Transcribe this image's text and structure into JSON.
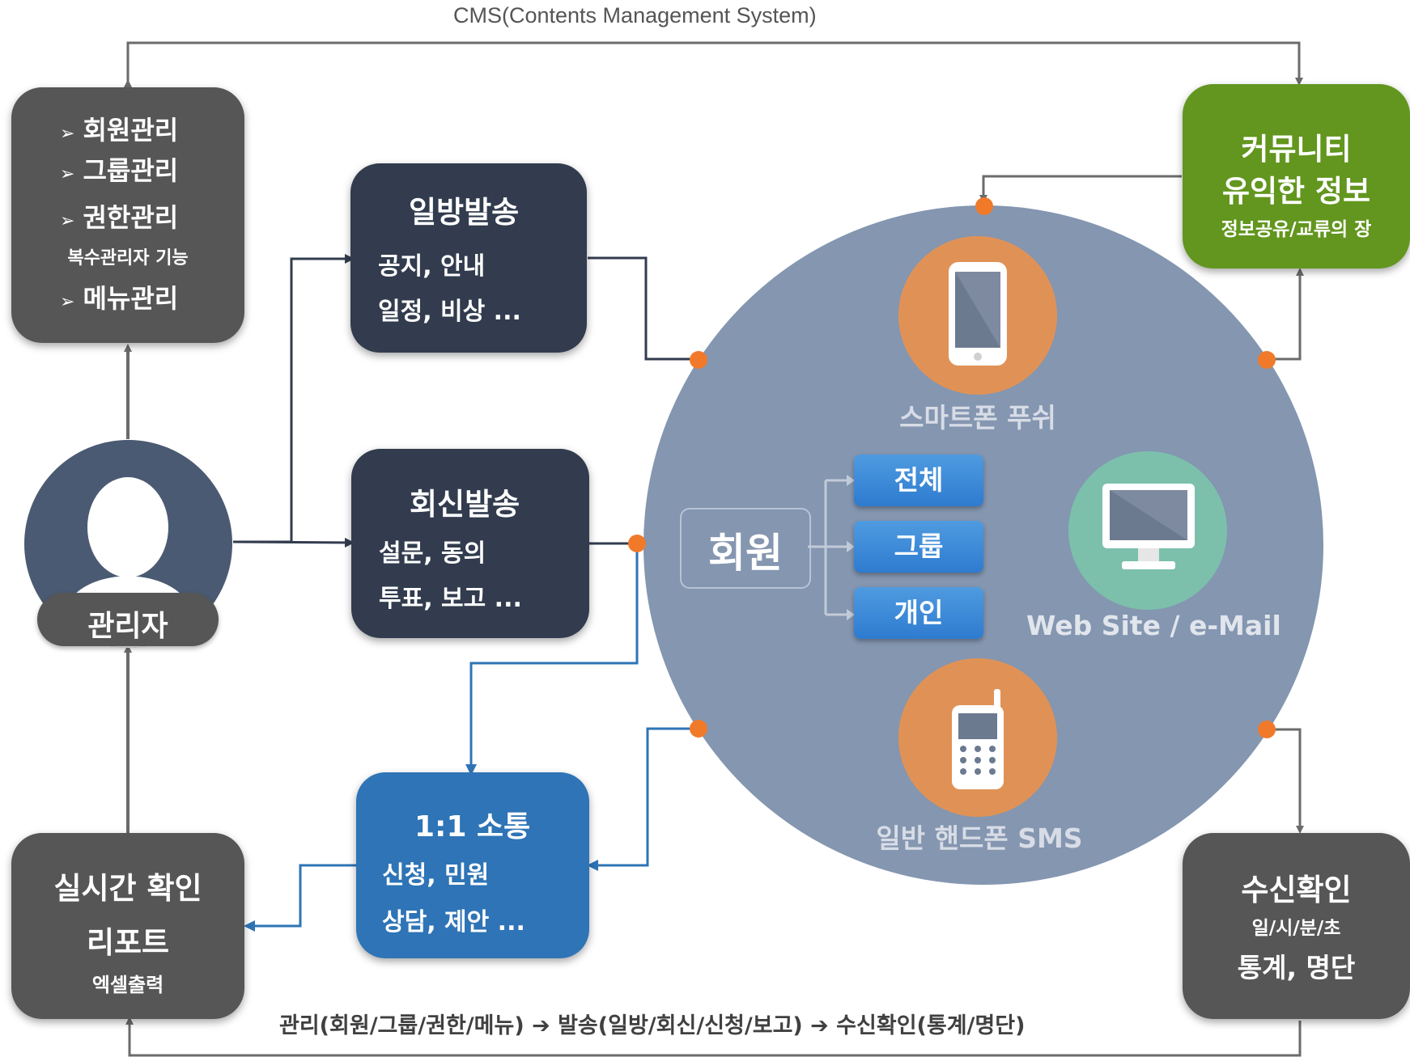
{
  "cms_title": "CMS(Contents Management System)",
  "admin_panel": {
    "items": [
      "회원관리",
      "그룹관리",
      "권한관리"
    ],
    "sub_note": "복수관리자 기능",
    "last_item": "메뉴관리",
    "bullet": "➢"
  },
  "admin": {
    "label": "관리자"
  },
  "oneway": {
    "title": "일방발송",
    "line1": "공지, 안내",
    "line2": "일정, 비상 ..."
  },
  "reply": {
    "title": "회신발송",
    "line1": "설문, 동의",
    "line2": "투표, 보고 ..."
  },
  "one_to_one": {
    "title": "1:1 소통",
    "line1": "신청, 민원",
    "line2": "상담, 제안 ..."
  },
  "realtime": {
    "title": "실시간 확인",
    "line2": "리포트",
    "sub": "엑셀출력"
  },
  "community": {
    "line1": "커뮤니티",
    "line2": "유익한 정보",
    "sub": "정보공유/교류의 장"
  },
  "receipt": {
    "title": "수신확인",
    "sub": "일/시/분/초",
    "line2": "통계, 명단"
  },
  "member_hub": {
    "center_label": "회원",
    "targets": [
      "전체",
      "그룹",
      "개인"
    ],
    "smartphone_label": "스마트폰 푸쉬",
    "web_label": "Web Site / e-Mail",
    "sms_label": "일반 핸드폰 SMS"
  },
  "footer_flow": "관리(회원/그룹/권한/메뉴) ➔ 발송(일방/회신/신청/보고) ➔ 수신확인(통계/명단)",
  "colors": {
    "dark_box": "#565656",
    "navy_box": "#323c4e",
    "blue_box": "#2e74b6",
    "green_box": "#62961e",
    "hub_circle": "#8496b0",
    "device_orange": "#e09256",
    "device_teal": "#7cc0ac",
    "connector_dot": "#f07a2a"
  }
}
